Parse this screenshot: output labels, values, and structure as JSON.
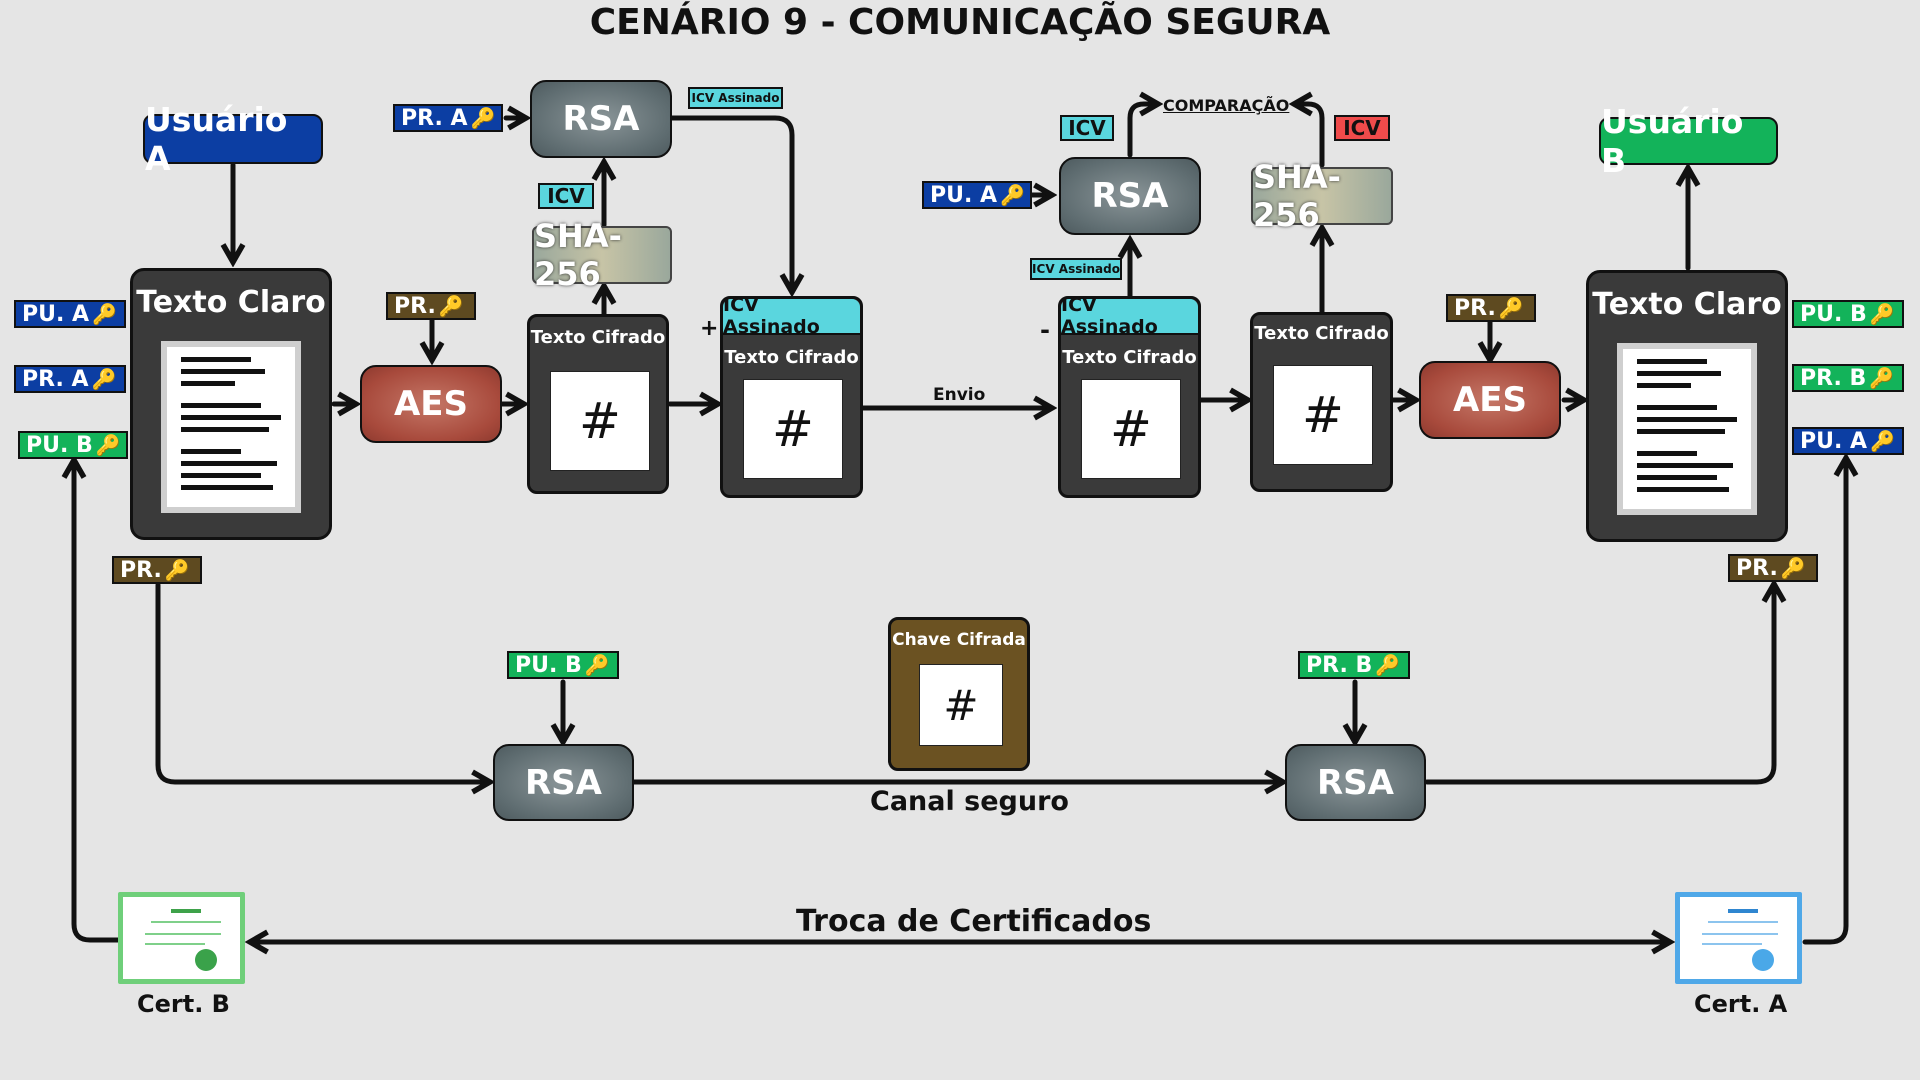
{
  "title": "CENÁRIO 9 - COMUNICAÇÃO SEGURA",
  "users": {
    "a": "Usuário A",
    "b": "Usuário B"
  },
  "labels": {
    "texto_claro": "Texto Claro",
    "texto_cifrado": "Texto Cifrado",
    "icv_assinado": "ICV Assinado",
    "icv": "ICV",
    "rsa": "RSA",
    "aes": "AES",
    "sha": "SHA-256",
    "hash": "#",
    "plus": "+",
    "minus": "-",
    "envio": "Envio",
    "comparacao": "COMPARAÇÃO",
    "chave_cifrada": "Chave Cifrada",
    "canal_seguro": "Canal seguro",
    "troca_certificados": "Troca de Certificados",
    "cert_b": "Cert. B",
    "cert_a": "Cert. A"
  },
  "keys": {
    "pu_a": "PU. A",
    "pr_a": "PR. A",
    "pu_b": "PU. B",
    "pr_b": "PR. B",
    "pr": "PR."
  },
  "colors": {
    "blue": "#0c3ea3",
    "green": "#13b35a",
    "brown": "#5e4a20",
    "cyan": "#5ad6de",
    "red": "#ef4b4b",
    "dark": "#3a3a3a"
  },
  "icons": {
    "key": "key-icon"
  }
}
